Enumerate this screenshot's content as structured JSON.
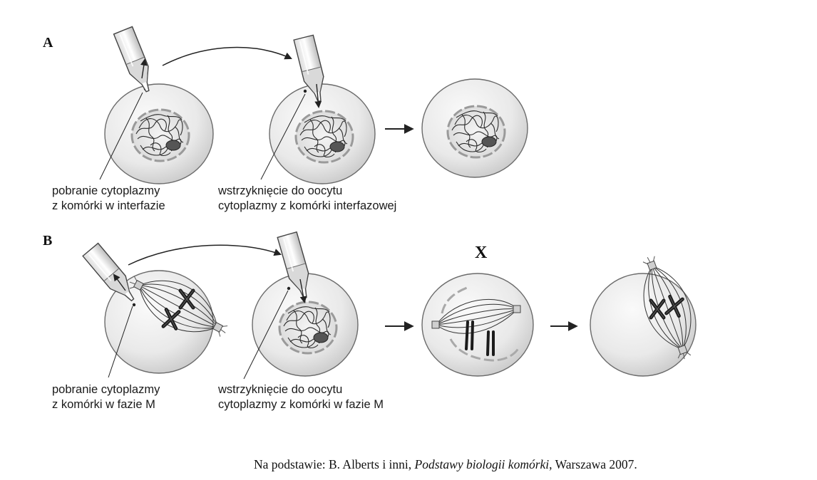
{
  "panel_a": {
    "letter": "A",
    "label_1": [
      "pobranie cytoplazmy",
      "z komórki w interfazie"
    ],
    "label_2": [
      "wstrzyknięcie do oocytu",
      "cytoplazmy z komórki interfazowej"
    ]
  },
  "panel_b": {
    "letter": "B",
    "label_1": [
      "pobranie cytoplazmy",
      "z komórki w fazie M"
    ],
    "label_2": [
      "wstrzyknięcie do oocytu",
      "cytoplazmy z komórki w fazie M"
    ],
    "marker": "X"
  },
  "source": {
    "prefix": "Na podstawie: B. Alberts i inni, ",
    "title": "Podstawy biologii komórki",
    "suffix": ", Warszawa 2007."
  }
}
